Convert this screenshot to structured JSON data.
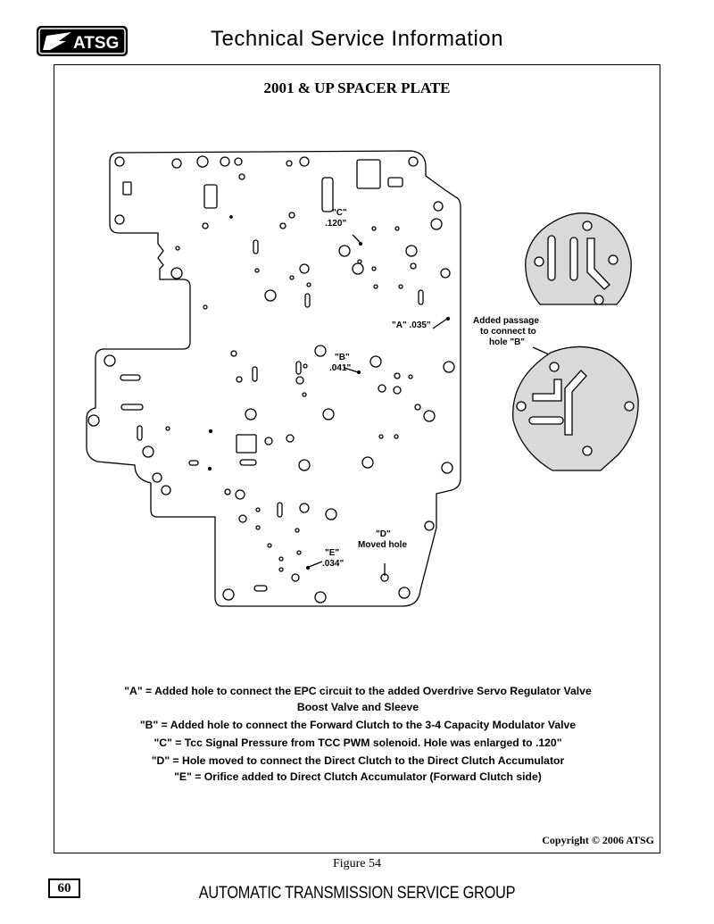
{
  "header": {
    "logo_text": "ATSG",
    "title": "Technical Service Information"
  },
  "diagram": {
    "title": "2001 & UP SPACER PLATE",
    "annotations": {
      "c_label": "\"C\"",
      "c_size": ".120\"",
      "a_label": "\"A\" .035\"",
      "b_label": "\"B\"",
      "b_size": ".041\"",
      "d_label": "\"D\"",
      "d_text": "Moved hole",
      "e_label": "\"E\"",
      "e_size": ".034\"",
      "added_passage_1": "Added passage",
      "added_passage_2": "to connect to",
      "added_passage_3": "hole \"B\""
    }
  },
  "legend": {
    "a_line1": "\"A\" = Added hole to connect the EPC circuit to the added Overdrive Servo Regulator Valve",
    "a_line2": "Boost Valve and Sleeve",
    "b": "\"B\" = Added hole to connect the Forward Clutch to the 3-4 Capacity Modulator Valve",
    "c": "\"C\" = Tcc Signal Pressure from TCC PWM solenoid. Hole was enlarged to .120\"",
    "d": "\"D\" = Hole moved to connect the Direct Clutch to the Direct Clutch Accumulator",
    "e": "\"E\" = Orifice added to Direct Clutch Accumulator (Forward Clutch side)"
  },
  "copyright": "Copyright © 2006 ATSG",
  "figure_caption": "Figure 54",
  "page_number": "60",
  "footer": "AUTOMATIC TRANSMISSION SERVICE GROUP"
}
